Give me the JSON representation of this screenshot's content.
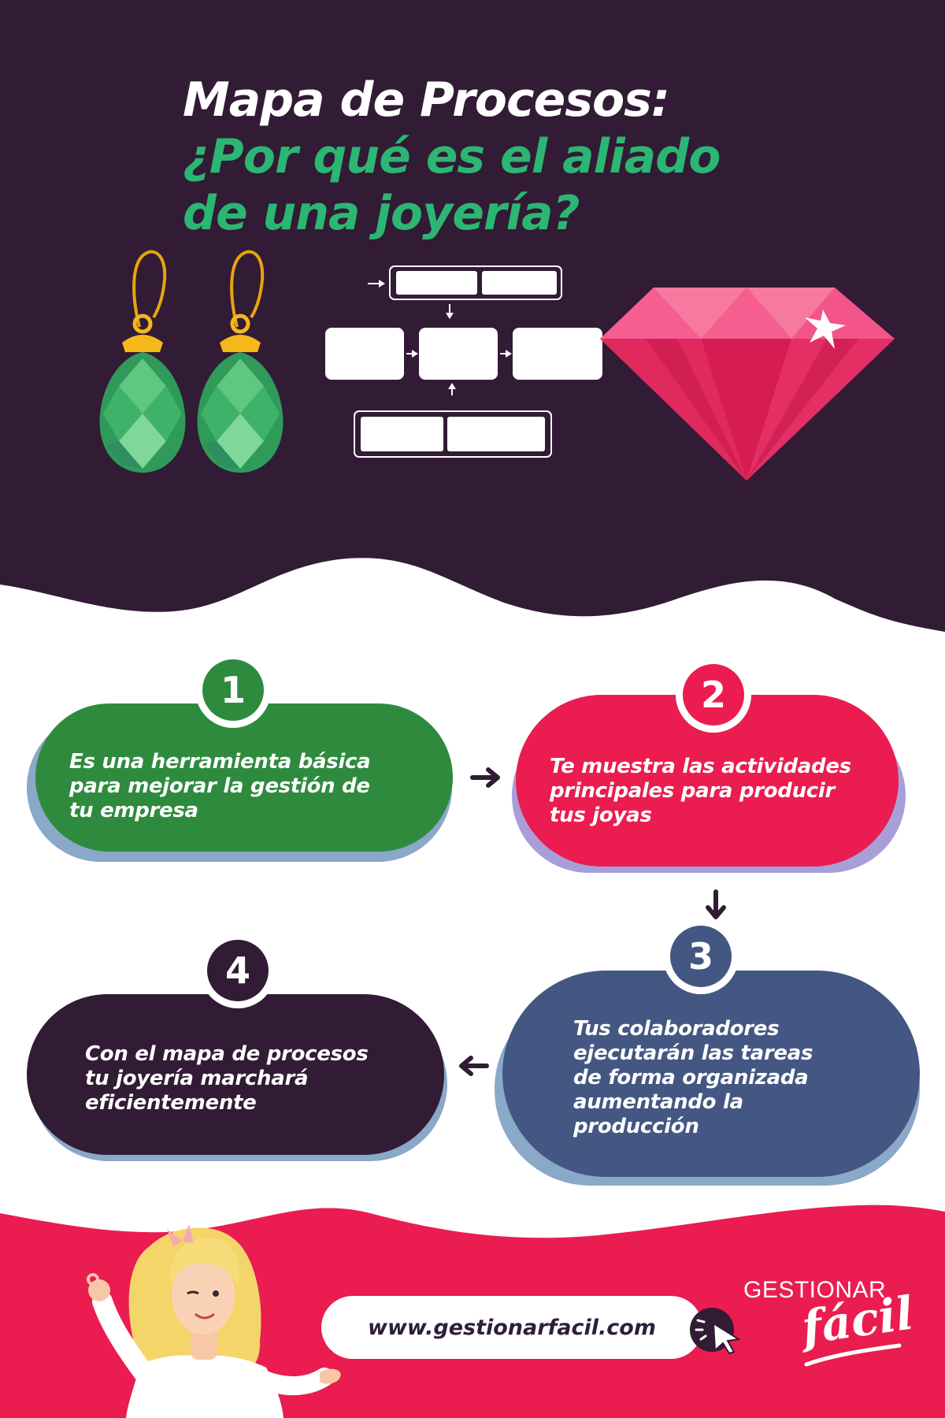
{
  "title": {
    "line1": "Mapa de Procesos:",
    "line2": "¿Por qué es el aliado",
    "line3": "de una joyería?"
  },
  "colors": {
    "header_bg": "#321b35",
    "accent_green": "#2bb673",
    "step1": "#2e8b3e",
    "step2": "#ea1c50",
    "step3": "#445782",
    "step4": "#321b35",
    "footer_bg": "#ea1c50"
  },
  "steps": [
    {
      "number": "1",
      "lines": [
        "Es una herramienta básica",
        "para mejorar la gestión de",
        "tu empresa"
      ]
    },
    {
      "number": "2",
      "lines": [
        "Te muestra las actividades",
        "principales para producir",
        "tus joyas"
      ]
    },
    {
      "number": "3",
      "lines": [
        "Tus colaboradores",
        "ejecutarán las tareas",
        "de forma organizada",
        "aumentando la",
        "producción"
      ]
    },
    {
      "number": "4",
      "lines": [
        "Con el mapa de procesos",
        "tu joyería marchará",
        "eficientemente"
      ]
    }
  ],
  "footer": {
    "url": "www.gestionarfacil.com",
    "brand_top": "GESTIONAR",
    "brand_bottom": "fácil"
  },
  "icons": [
    "earrings-icon",
    "process-map-icon",
    "ruby-diamond-icon",
    "woman-illustration",
    "cursor-click-icon"
  ]
}
